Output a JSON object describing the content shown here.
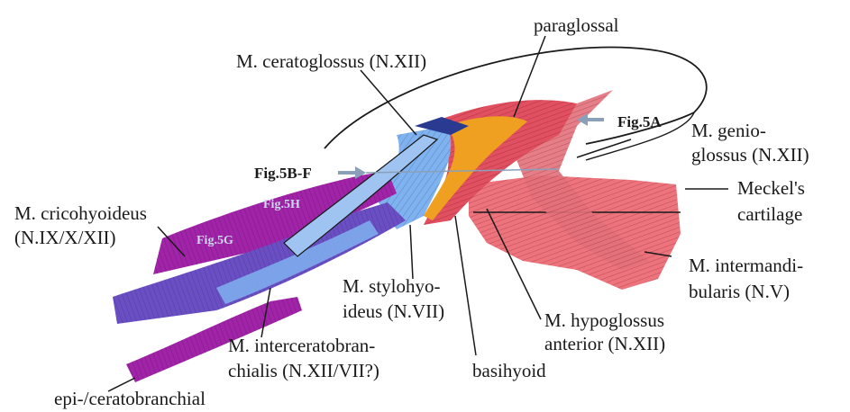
{
  "labels": {
    "paraglossal": "paraglossal",
    "ceratoglossus": "M. ceratoglossus (N.XII)",
    "fig5a": "Fig.5A",
    "genioglossus_1": "M. genio-",
    "genioglossus_2": "glossus (N.XII)",
    "fig5bf": "Fig.5B-F",
    "meckel_1": "Meckel's",
    "meckel_2": "cartilage",
    "cricohyoideus_1": "M. cricohyoideus",
    "cricohyoideus_2": "(N.IX/X/XII)",
    "fig5h": "Fig.5H",
    "fig5g": "Fig.5G",
    "intermandibularis_1": "M. intermandi-",
    "intermandibularis_2": "bularis (N.V)",
    "stylohyoideus_1": "M. stylohyo-",
    "stylohyoideus_2": "ideus (N.VII)",
    "hypoglossus_1": "M. hypoglossus",
    "hypoglossus_2": "anterior (N.XII)",
    "interceratobranchialis_1": "M. interceratobran-",
    "interceratobranchialis_2": "chialis (N.XII/VII?)",
    "basihyoid": "basihyoid",
    "epiceratobranchial": "epi-/ceratobranchial"
  },
  "colors": {
    "cricohyoideus": "#a023a8",
    "interceratobranchialis": "#6a4fc4",
    "stylohyoideus": "#7fb2f0",
    "hypoglossus": "#f0a020",
    "genioglossus": "#e2707a",
    "intermandibularis": "#ea5a66",
    "leader": "#1a1a1a",
    "arrow": "#8aa0b8"
  }
}
